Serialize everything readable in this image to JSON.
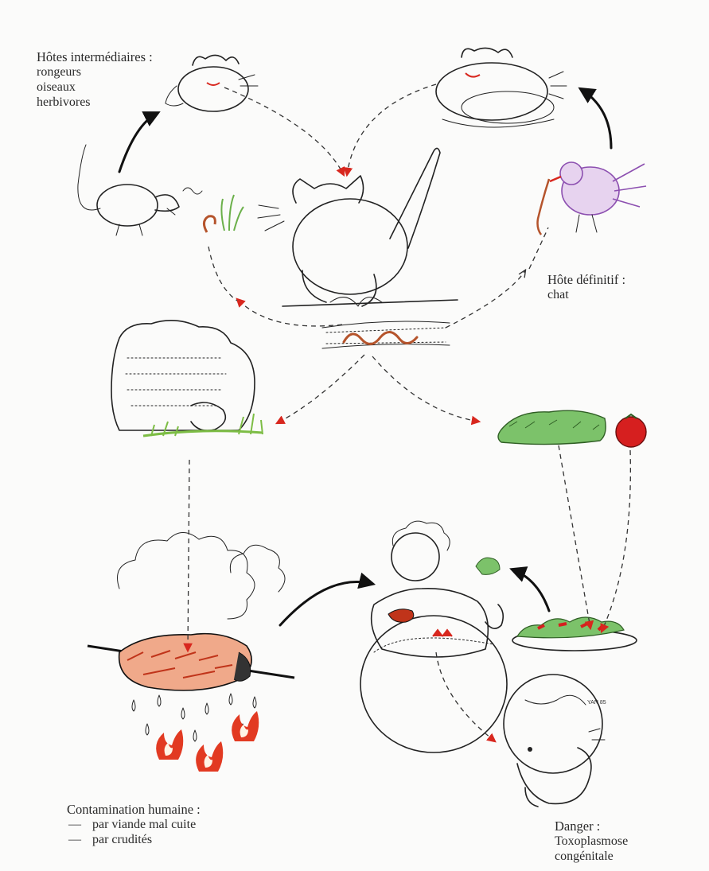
{
  "captions": {
    "intermediate_hosts": {
      "title": "Hôtes intermédiaires :",
      "items": [
        "rongeurs",
        "oiseaux",
        "herbivores"
      ]
    },
    "definitive_host": {
      "title": "Hôte définitif :",
      "items": [
        "chat"
      ]
    },
    "human_contamination": {
      "title": "Contamination humaine :",
      "items": [
        "par viande mal cuite",
        "par crudités"
      ],
      "bullet": "—"
    },
    "danger": {
      "title": "Danger :",
      "items": [
        "Toxoplasmose",
        "congénitale"
      ]
    }
  },
  "colors": {
    "ink": "#222222",
    "arrowhead_red": "#d8271e",
    "cat_pink": "#f2d2cc",
    "grass_green": "#8bc34a",
    "salad_green": "#5fae4c",
    "tomato_red": "#d61f1f",
    "flame_red": "#e23a22",
    "bird_purple": "#9b59b6",
    "worm_brown": "#b5542c",
    "sheep_cream": "#f1ecd0"
  },
  "icons": [
    "cat-icon",
    "mouse-icon",
    "bird-icon",
    "sheep-icon",
    "roasting-meat-icon",
    "pregnant-woman-icon",
    "baby-icon",
    "salad-icon",
    "tomato-icon",
    "cat-eating-icon"
  ]
}
